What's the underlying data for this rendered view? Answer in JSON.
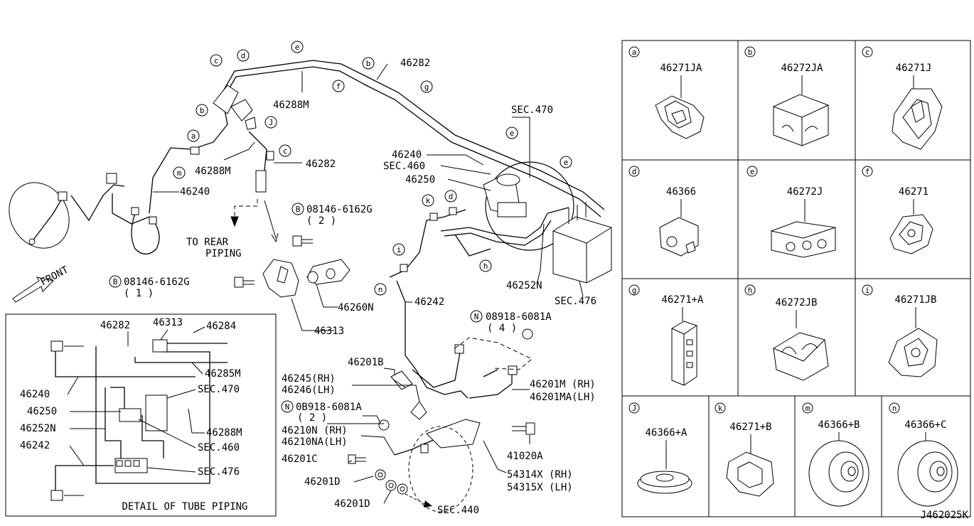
{
  "diagram_code": "J462025K",
  "main": {
    "labels": {
      "p46282_top": "46282",
      "p46288M_top": "46288M",
      "p46288M_mid": "46288M",
      "p46282_mid": "46282",
      "p46240_left": "46240",
      "p46240_mid": "46240",
      "sec470": "SEC.470",
      "sec460": "SEC.460",
      "p46250": "46250",
      "bolt_08146_top": "08146-6162G",
      "bolt_08146_top_qty": "( 2 )",
      "bolt_08146_left": "08146-6162G",
      "bolt_08146_left_qty": "( 1 )",
      "to_rear_1": "TO REAR",
      "to_rear_2": "PIPING",
      "front": "FRONT",
      "p46260N": "46260N",
      "p46313": "46313",
      "p46242": "46242",
      "p46252N": "46252N",
      "sec476": "SEC.476",
      "nut_08918_top": "08918-6081A",
      "nut_08918_top_qty": "( 4 )",
      "p46201B": "46201B",
      "p46245": "46245(RH)",
      "p46246": "46246(LH)",
      "nut_08918_bot": "0B918-6081A",
      "nut_08918_bot_qty": "( 2 )",
      "p46201M": "46201M (RH)",
      "p46201MA": "46201MA(LH)",
      "p46210N": "46210N (RH)",
      "p46210NA": "46210NA(LH)",
      "p46201C": "46201C",
      "p46201D_1": "46201D",
      "p46201D_2": "46201D",
      "p41020A": "41020A",
      "p54314X": "54314X (RH)",
      "p54315X": "54315X (LH)",
      "sec440": "SEC.440"
    },
    "callouts": {
      "a": "a",
      "b": "b",
      "c": "c",
      "d": "d",
      "e": "e",
      "f": "f",
      "g": "g",
      "h": "h",
      "i": "i",
      "j": "J",
      "k": "k",
      "m": "m",
      "n": "n",
      "bolt": "B",
      "nut": "N"
    }
  },
  "detail": {
    "title": "DETAIL OF TUBE PIPING",
    "labels": {
      "p46282": "46282",
      "p46313": "46313",
      "p46284": "46284",
      "p46285M": "46285M",
      "sec470": "SEC.470",
      "p46240": "46240",
      "p46250": "46250",
      "p46252N": "46252N",
      "p46288M": "46288M",
      "p46242": "46242",
      "sec460": "SEC.460",
      "sec476": "SEC.476"
    }
  },
  "parts_grid": [
    {
      "letter": "a",
      "part": "46271JA",
      "icon": "clip-icon"
    },
    {
      "letter": "b",
      "part": "46272JA",
      "icon": "block-clamp-icon"
    },
    {
      "letter": "c",
      "part": "46271J",
      "icon": "clip-icon"
    },
    {
      "letter": "d",
      "part": "46366",
      "icon": "grommet-clip-icon"
    },
    {
      "letter": "e",
      "part": "46272J",
      "icon": "triple-clamp-icon"
    },
    {
      "letter": "f",
      "part": "46271",
      "icon": "clip-icon"
    },
    {
      "letter": "g",
      "part": "46271+A",
      "icon": "long-clip-icon"
    },
    {
      "letter": "h",
      "part": "46272JB",
      "icon": "double-clamp-icon"
    },
    {
      "letter": "i",
      "part": "46271JB",
      "icon": "clip-icon"
    },
    {
      "letter": "J",
      "part": "46366+A",
      "icon": "grommet-icon"
    },
    {
      "letter": "k",
      "part": "46271+B",
      "icon": "clip-icon"
    },
    {
      "letter": "m",
      "part": "46366+B",
      "icon": "disc-grommet-icon"
    },
    {
      "letter": "n",
      "part": "46366+C",
      "icon": "disc-grommet-icon"
    }
  ]
}
